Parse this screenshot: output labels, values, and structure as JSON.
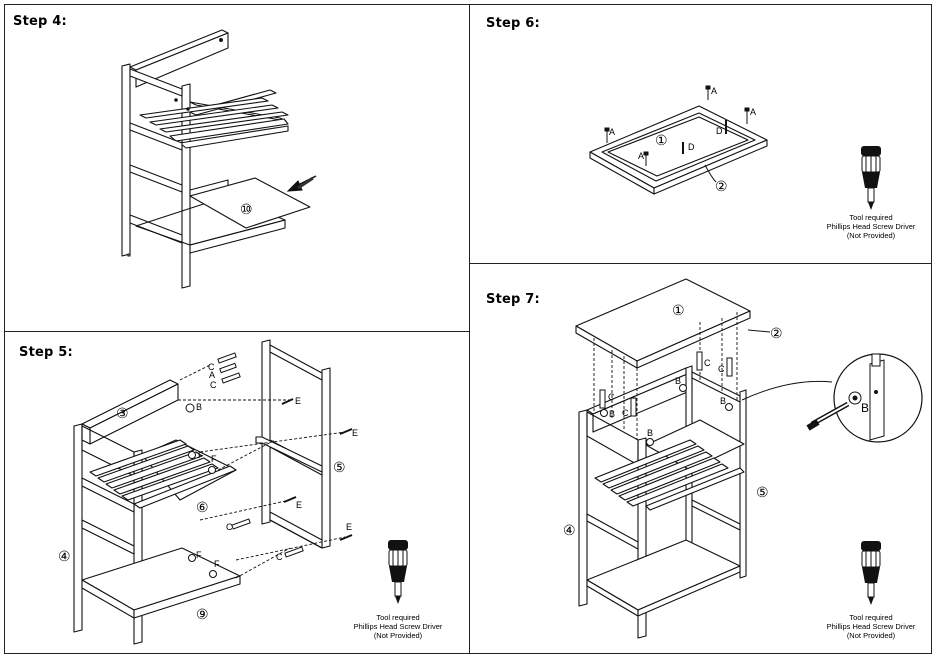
{
  "steps": {
    "step4": {
      "title": "Step 4:"
    },
    "step5": {
      "title": "Step 5:"
    },
    "step6": {
      "title": "Step 6:"
    },
    "step7": {
      "title": "Step 7:"
    }
  },
  "parts": {
    "p1": "①",
    "p2": "②",
    "p3": "③",
    "p4": "④",
    "p5": "⑤",
    "p6": "⑥",
    "p9": "⑨",
    "p10": "⑩"
  },
  "hardware": {
    "A": "A",
    "B": "B",
    "C": "C",
    "D": "D",
    "E": "E",
    "F": "F"
  },
  "tool_note": {
    "line1": "Tool required",
    "line2": "Phillips Head Screw Driver",
    "line3": "(Not Provided)"
  }
}
